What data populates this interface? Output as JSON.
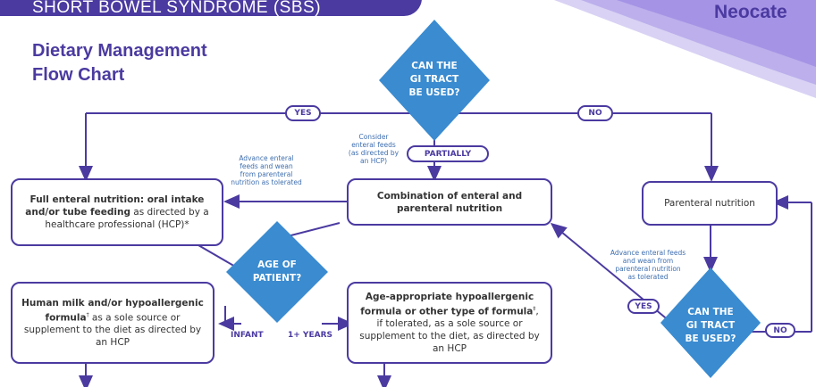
{
  "colors": {
    "primary": "#4b3aa0",
    "diamond": "#3a8bd0",
    "note": "#3f6fb0"
  },
  "header": {
    "banner": "SHORT BOWEL SYNDROME (SBS)",
    "brand": "Neocate",
    "title_line1": "Dietary Management",
    "title_line2": "Flow Chart"
  },
  "decisions": {
    "top": [
      "CAN THE",
      "GI TRACT",
      "BE USED?"
    ],
    "age": [
      "AGE OF",
      "PATIENT?"
    ],
    "right": [
      "CAN THE",
      "GI TRACT",
      "BE USED?"
    ]
  },
  "pills": {
    "yes_top": "YES",
    "no_top": "NO",
    "partially": "PARTIALLY",
    "yes_right": "YES",
    "no_right": "NO"
  },
  "labels": {
    "infant": "INFANT",
    "years": "1+ YEARS"
  },
  "notes": {
    "consider": [
      "Consider",
      "enteral feeds",
      "(as directed by",
      "an HCP)"
    ],
    "advance_left": [
      "Advance enteral",
      "feeds and wean",
      "from parenteral",
      "nutrition as tolerated"
    ],
    "advance_right": [
      "Advance enteral feeds",
      "and wean from",
      "parenteral nutrition",
      "as tolerated"
    ]
  },
  "boxes": {
    "full_enteral": {
      "bold": "Full enteral nutrition: oral intake and/or tube feeding",
      "rest": " as directed by a healthcare professional (HCP)*"
    },
    "combination": {
      "bold": "Combination of enteral and parenteral nutrition"
    },
    "parenteral": {
      "text": "Parenteral nutrition"
    },
    "human_milk": {
      "bold": "Human milk and/or hypoallergenic formula",
      "sup": "†",
      "rest": " as a sole source or supplement to the diet as directed by an HCP"
    },
    "age_appropriate": {
      "bold": "Age-appropriate hypoallergenic formula or other type of formula",
      "sup": "‡",
      "rest": ", if tolerated, as a sole source or supplement to the diet, as directed by an HCP"
    }
  }
}
